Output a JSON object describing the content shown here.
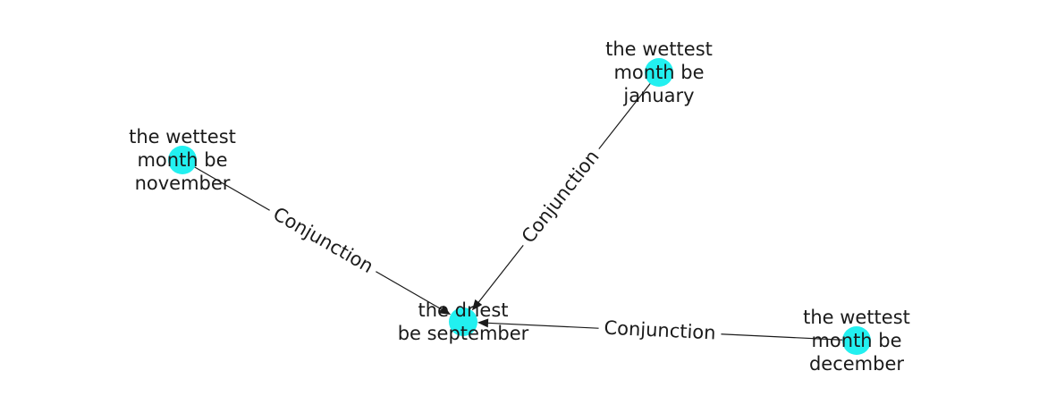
{
  "diagram": {
    "nodes": [
      {
        "id": "sep",
        "label_lines": [
          "the driest",
          "be september"
        ]
      },
      {
        "id": "nov",
        "label_lines": [
          "the wettest",
          "month be",
          "november"
        ]
      },
      {
        "id": "jan",
        "label_lines": [
          "the wettest",
          "month be",
          "january"
        ]
      },
      {
        "id": "dec",
        "label_lines": [
          "the wettest",
          "month be",
          "december"
        ]
      }
    ],
    "edges": [
      {
        "id": "nov-sep",
        "source": "nov",
        "target": "sep",
        "label": "Conjunction"
      },
      {
        "id": "jan-sep",
        "source": "jan",
        "target": "sep",
        "label": "Conjunction"
      },
      {
        "id": "dec-sep",
        "source": "dec",
        "target": "sep",
        "label": "Conjunction"
      }
    ],
    "colors": {
      "node": "#22f0f0",
      "edge": "#1a1a1a",
      "text": "#1a1a1a"
    }
  }
}
